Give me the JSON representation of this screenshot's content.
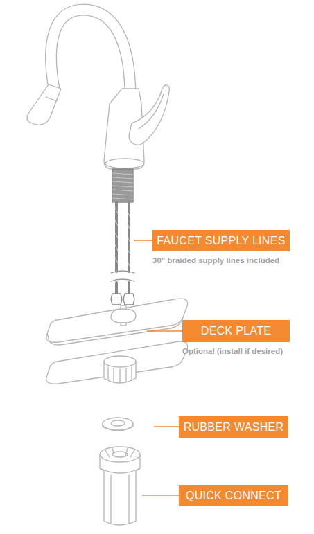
{
  "diagram": {
    "nodes": [
      {
        "text": [
          "FAUCET SUPPLY LINES",
          "30\" braided supply lines included"
        ]
      },
      {
        "text": [
          "DECK PLATE",
          "Optional (install if desired)"
        ]
      },
      {
        "text": [
          "RUBBER WASHER"
        ]
      },
      {
        "text": [
          "QUICK CONNECT"
        ]
      }
    ]
  }
}
